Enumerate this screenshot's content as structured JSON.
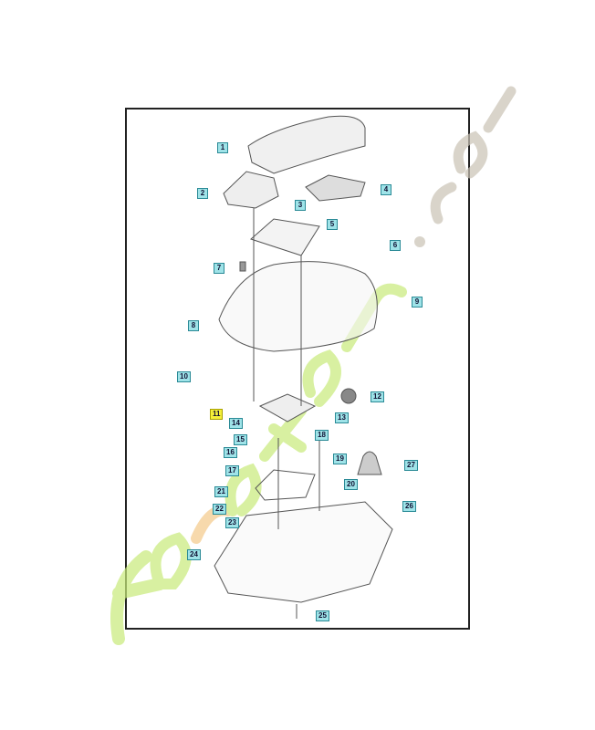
{
  "diagram": {
    "labels": [
      "1",
      "2",
      "3",
      "4",
      "5",
      "6",
      "7",
      "8",
      "9",
      "10",
      "11",
      "12",
      "13",
      "14",
      "15",
      "16",
      "17",
      "18",
      "19",
      "20",
      "21",
      "22",
      "23",
      "24",
      "25",
      "26",
      "27"
    ],
    "highlighted_label": "11",
    "colors": {
      "label_fill": "#9fe3e8",
      "highlight_fill": "#f4f03a",
      "frame": "#222222"
    }
  },
  "watermark": {
    "text": "Foretjardin.com",
    "colors": [
      "#c8eb7a",
      "#f5c98a",
      "#c9c2b5"
    ]
  }
}
